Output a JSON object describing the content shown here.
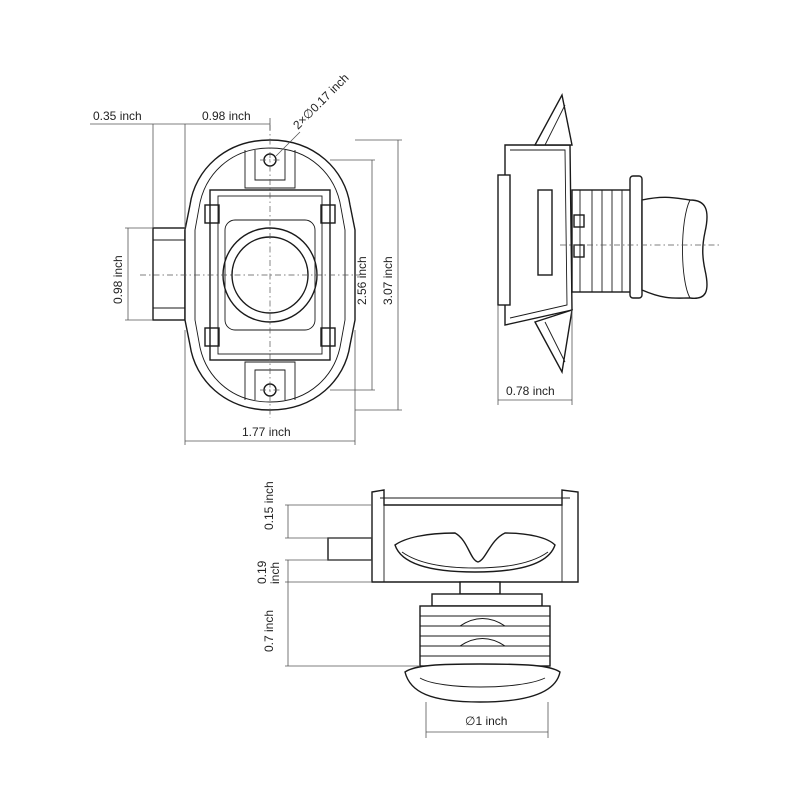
{
  "dimensions": {
    "front_left_offset": "0.35 inch",
    "front_top_width": "0.98 inch",
    "hole_spec": "2×∅0.17 inch",
    "front_left_height": "0.98 inch",
    "front_inner_height": "2.56 inch",
    "front_total_height": "3.07 inch",
    "front_total_width": "1.77 inch",
    "side_depth": "0.78 inch",
    "bottom_top_thickness": "0.15 inch",
    "bottom_mid_thickness_line1": "0.19",
    "bottom_mid_thickness_line2": "inch",
    "bottom_knob_height": "0.7 inch",
    "bottom_diameter": "∅1 inch"
  },
  "colors": {
    "line": "#1a1a1a",
    "dimension": "#555555",
    "background": "#ffffff"
  }
}
